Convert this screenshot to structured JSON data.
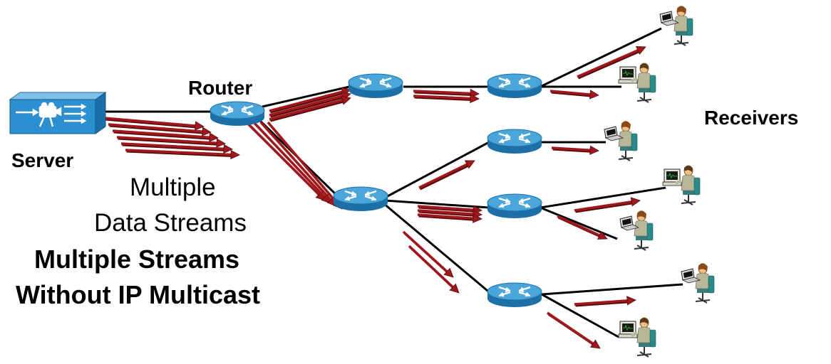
{
  "labels": {
    "server": "Server",
    "router": "Router",
    "receivers": "Receivers",
    "streams_line1": "Multiple",
    "streams_line2": "Data Streams",
    "title_line1": "Multiple Streams",
    "title_line2": "Without IP Multicast"
  },
  "colors": {
    "arrow": "#a0181c",
    "arrow_shade": "#5a0a0c",
    "link": "#000000",
    "router_top": "#4aa6d8",
    "router_side": "#1d6fa8",
    "server_face": "#2b8fd0"
  },
  "icons": {
    "server": "video-server-icon",
    "router": "router-icon",
    "receiver_a": "laptop-user-icon",
    "receiver_b": "desktop-user-icon"
  }
}
